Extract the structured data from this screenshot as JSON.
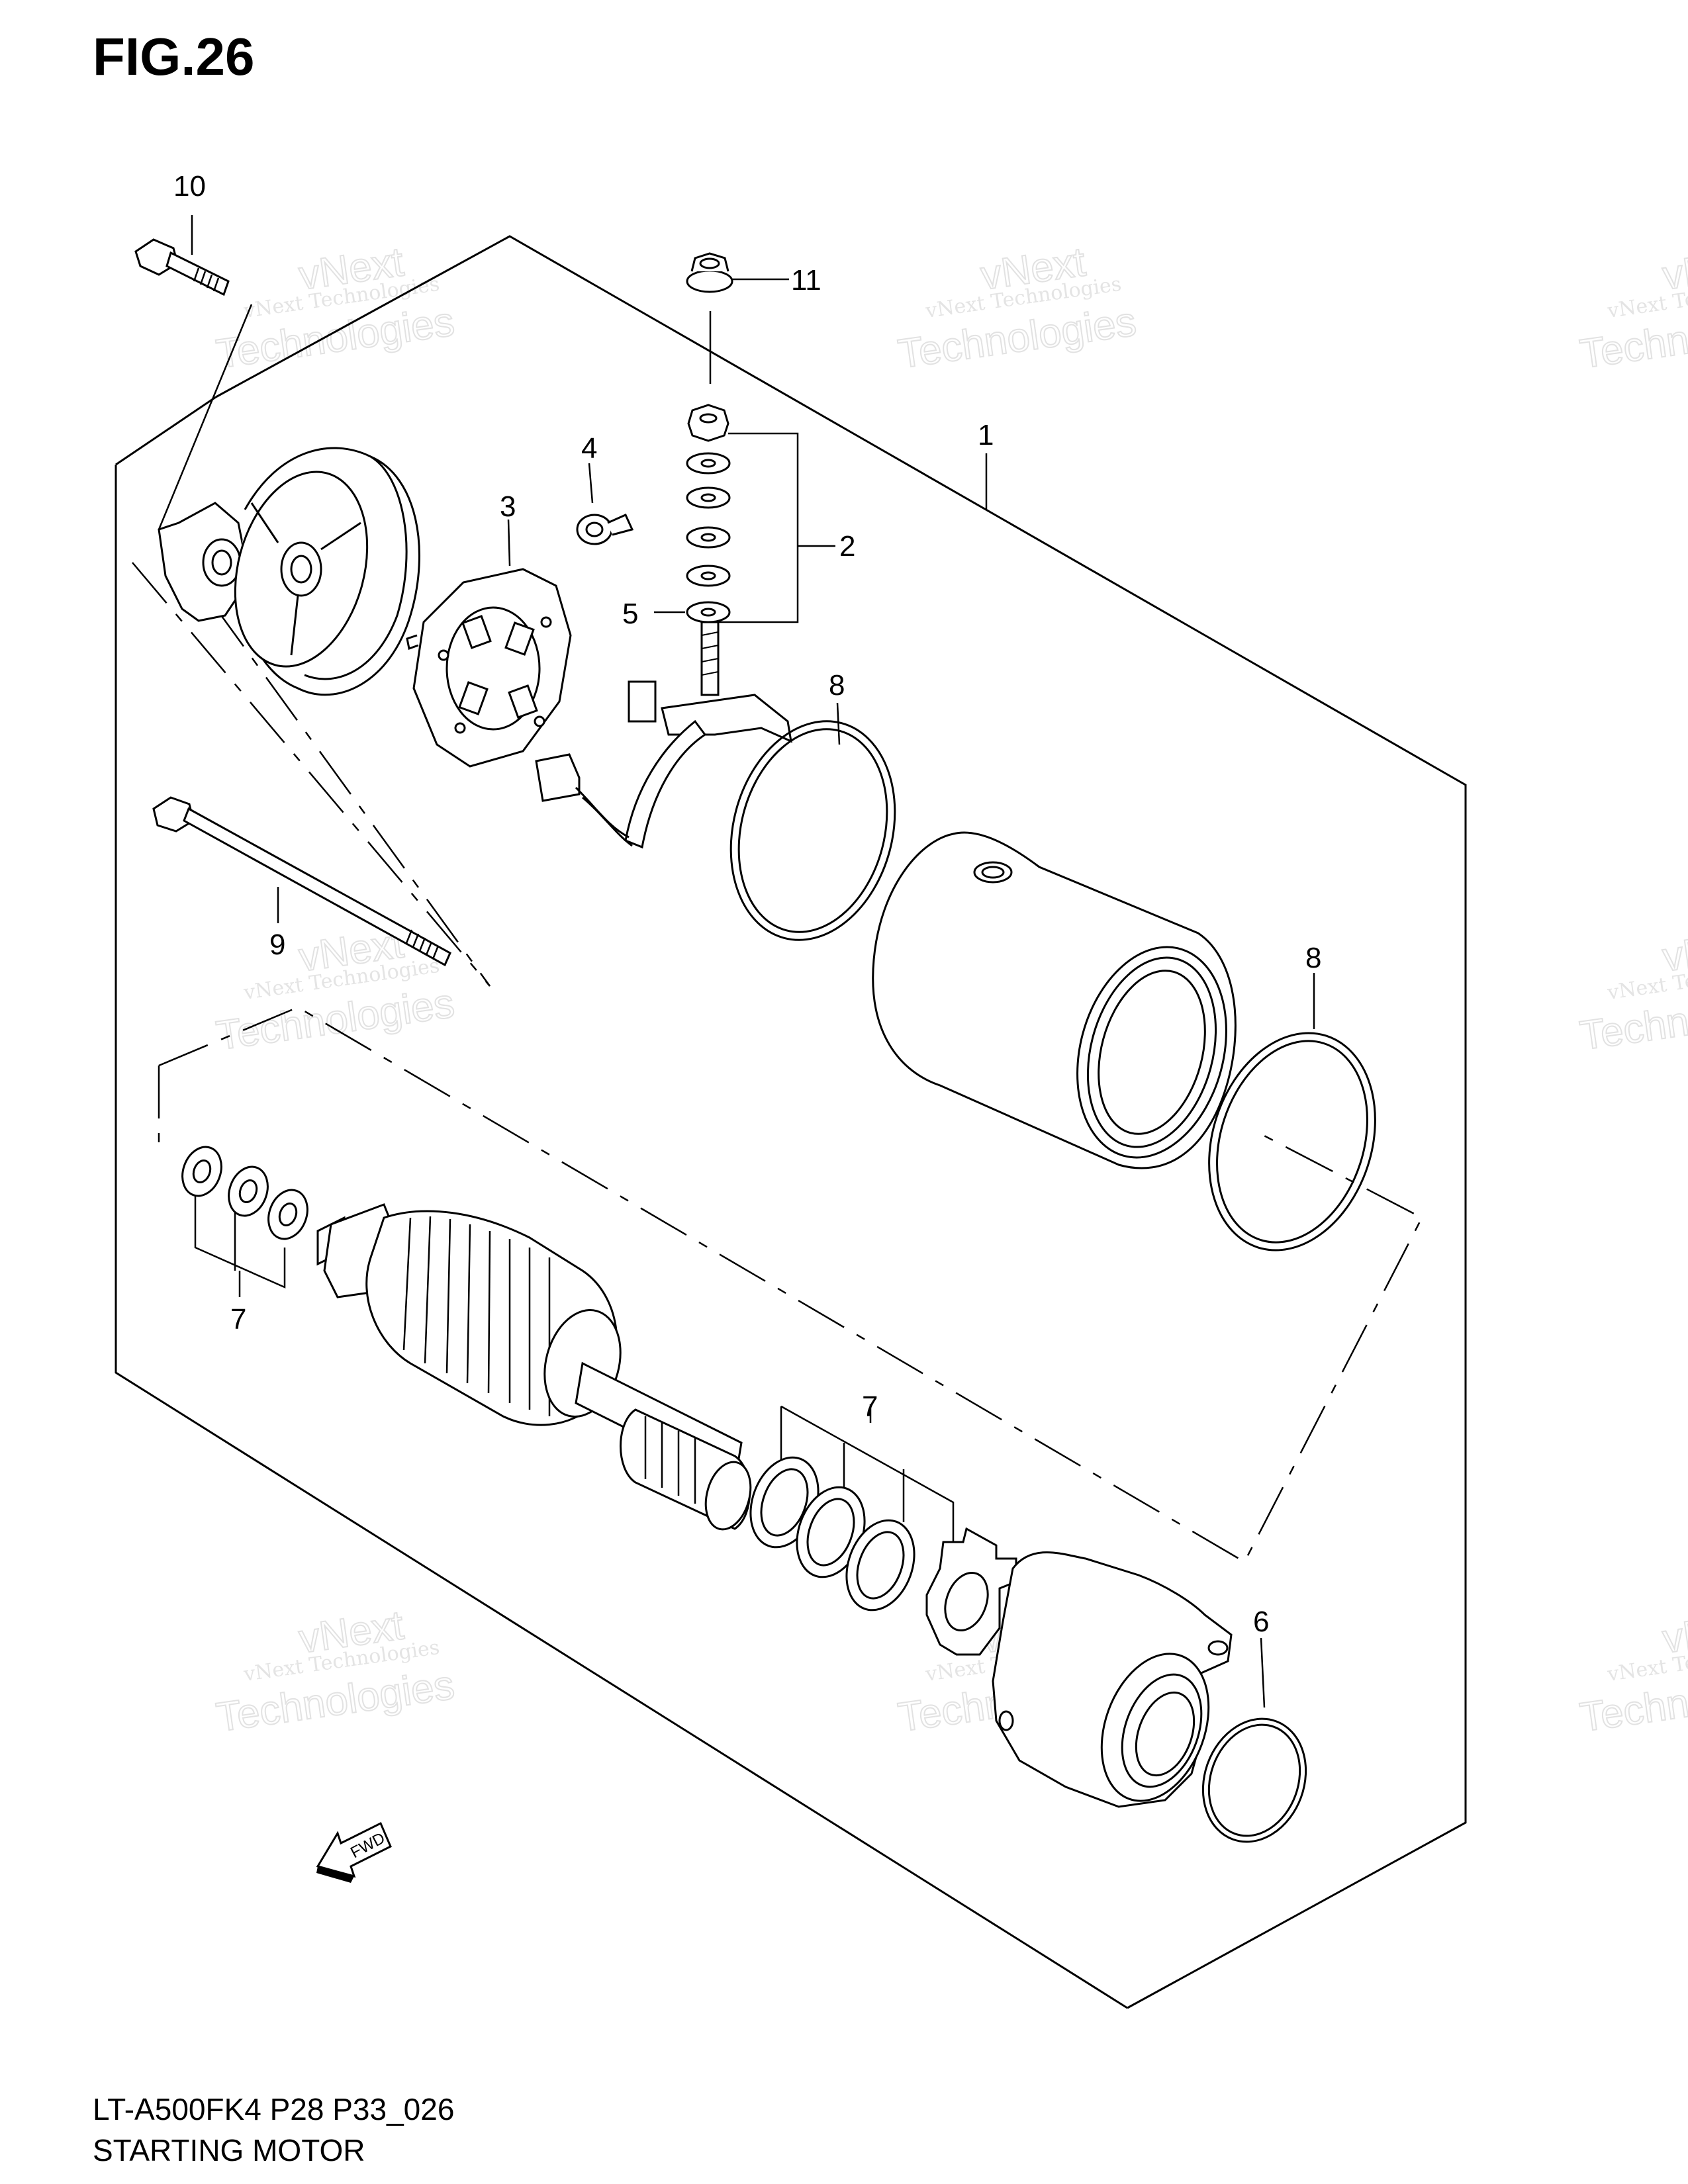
{
  "figure": {
    "title": "FIG.26",
    "model_code": "LT-A500FK4 P28 P33_026",
    "name": "STARTING MOTOR"
  },
  "callouts": [
    "10",
    "11",
    "1",
    "4",
    "3",
    "2",
    "5",
    "8",
    "9",
    "8",
    "7",
    "7",
    "6"
  ],
  "fwd_label": "FWD",
  "watermark": {
    "company": "vNext Technologies",
    "word1": "vNext",
    "word2": "Technologies"
  },
  "colors": {
    "line": "#000000",
    "watermark": "#e2e2e2"
  }
}
